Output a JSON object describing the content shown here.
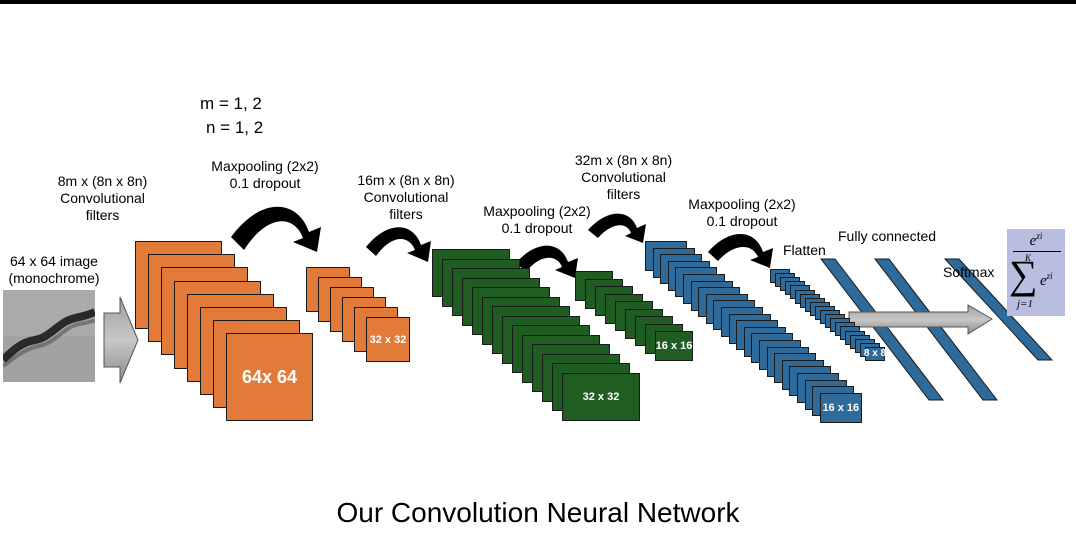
{
  "params": {
    "m": "m = 1, 2",
    "n": "n = 1, 2"
  },
  "input": {
    "label_line1": "64 x 64 image",
    "label_line2": "(monochrome)"
  },
  "conv1": {
    "line1": "8m x (8n x 8n)",
    "line2": "Convolutional",
    "line3": "filters",
    "size": "64x 64",
    "color": "#e27b39"
  },
  "pool1": {
    "line1": "Maxpooling (2x2)",
    "line2": "0.1 dropout",
    "size": "32 x 32",
    "color": "#e27b39"
  },
  "conv2": {
    "line1": "16m x (8n x 8n)",
    "line2": "Convolutional",
    "line3": "filters",
    "size": "32  x 32",
    "color": "#1f5d23"
  },
  "pool2": {
    "line1": "Maxpooling (2x2)",
    "line2": "0.1 dropout",
    "size": "16 x 16",
    "color": "#1f5d23"
  },
  "conv3": {
    "line1": "32m x (8n x 8n)",
    "line2": "Convolutional",
    "line3": "filters",
    "size": "16 x 16",
    "color": "#2e6a9a"
  },
  "pool3": {
    "line1": "Maxpooling (2x2)",
    "line2": "0.1 dropout",
    "size": "8 x 8",
    "color": "#2e6a9a"
  },
  "flatten": {
    "label": "Flatten"
  },
  "fc": {
    "label": "Fully connected"
  },
  "softmax": {
    "label": "Softmax",
    "num": "e",
    "num_sup": "zi",
    "sum_top": "K",
    "sum_bottom": "j=1",
    "den": "e",
    "den_sup": "zi"
  },
  "title": "Our Convolution Neural Network",
  "colors": {
    "orange": "#e27b39",
    "green": "#1f5d23",
    "blue": "#2e6a9a",
    "fc": "#2e6a9a",
    "formula_bg": "#b9bde0"
  }
}
